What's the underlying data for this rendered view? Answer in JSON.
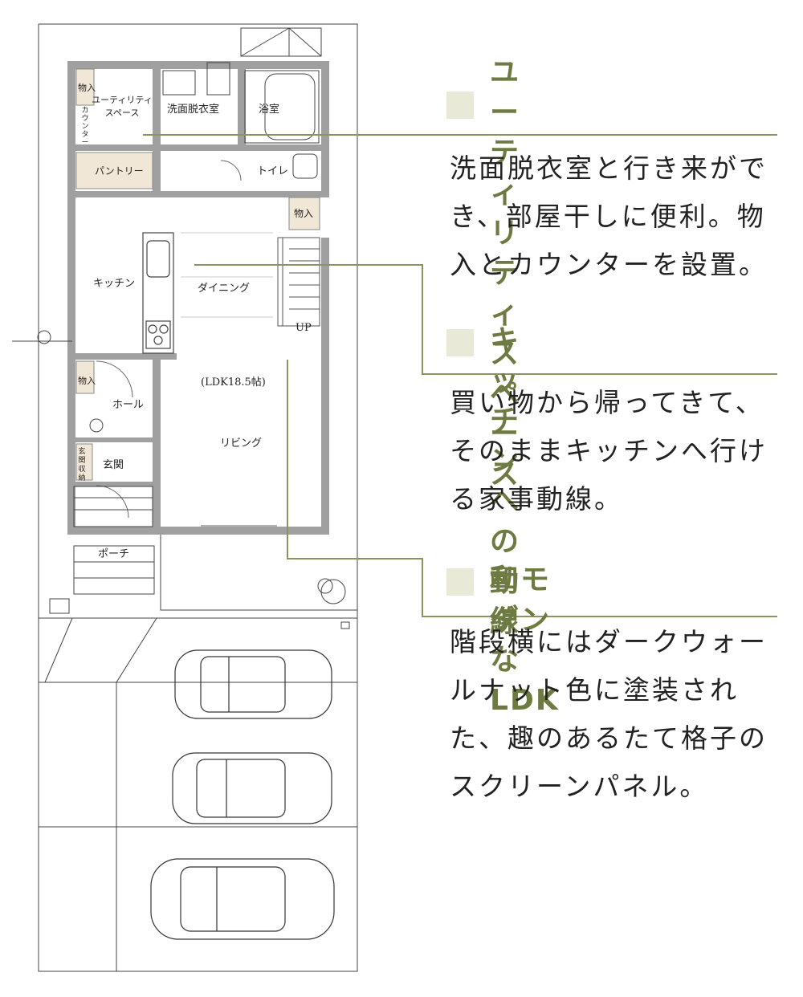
{
  "floorplan": {
    "rooms": {
      "utility_space": "ユーティリティ\nスペース",
      "storage_top": "物入",
      "counter": "カウンター",
      "washroom": "洗面脱衣室",
      "bathroom": "浴室",
      "pantry": "パントリー",
      "toilet": "トイレ",
      "storage_stair": "物入",
      "kitchen": "キッチン",
      "dining": "ダイニング",
      "up": "UP",
      "ldk_size": "(LDK18.5帖)",
      "storage_hall": "物入",
      "hall": "ホール",
      "living": "リビング",
      "shoe_storage": "玄関収納",
      "entrance": "玄関",
      "porch": "ポーチ"
    },
    "colors": {
      "wall": "#999999",
      "accent_line": "#8a9460",
      "storage_fill": "#f1e7d7"
    }
  },
  "callouts": [
    {
      "title": "ユーティリティ\nスペース",
      "body": "洗面脱衣室と行き来ができ、部屋干しに便利。物入とカウンターを設置。"
    },
    {
      "title": "キッチンへの動線",
      "body": "買い物から帰ってきて、そのままキッチンへ行ける家事動線。"
    },
    {
      "title": "和モダンな LDK",
      "body": "階段横にはダークウォールナット色に塗装された、趣のあるたて格子のスクリーンパネル。"
    }
  ],
  "style": {
    "title_color": "#6d7a42",
    "marker_color": "#e8ead7"
  }
}
